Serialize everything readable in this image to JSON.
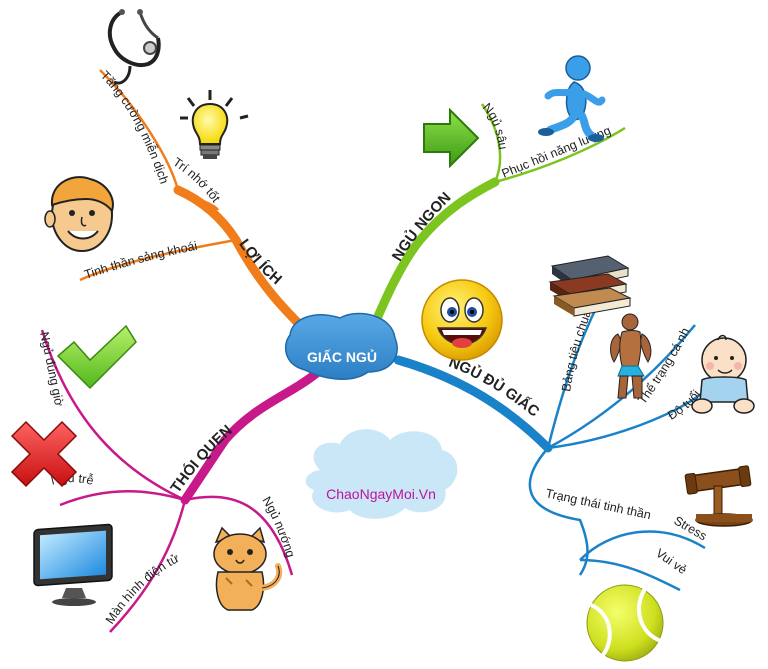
{
  "center": {
    "label": "GIẤC NGỦ",
    "color": "#3a8fd0"
  },
  "branches": {
    "loi_ich": {
      "label": "LỢI ÍCH",
      "color": "#f07d1a",
      "leaves": [
        "Tăng cường miễn dịch",
        "Trí nhớ tốt",
        "Tinh thần sảng khoái"
      ]
    },
    "ngu_ngon": {
      "label": "NGỦ NGON",
      "color": "#7cc41f",
      "leaves": [
        "Ngủ sâu",
        "Phục hồi năng lượng"
      ]
    },
    "ngu_du_giac": {
      "label": "NGỦ ĐỦ GIẤC",
      "color": "#1a82c8",
      "leaves": [
        "Bảng tiêu chuẩn",
        "Thể trạng cá nhân",
        "Độ tuổi",
        "Trạng thái tinh thần",
        "Stress",
        "Vui vẻ"
      ]
    },
    "thoi_quen": {
      "label": "THÓI QUEN",
      "color": "#c8198a",
      "leaves": [
        "Ngủ đúng giờ",
        "Ngủ trễ",
        "Màn hình điện tử",
        "Ngủ nướng"
      ]
    }
  },
  "watermark": {
    "text": "ChaoNgayMoi.Vn",
    "color": "#c0129a"
  },
  "icons": [
    "stethoscope-icon",
    "lightbulb-icon",
    "face-icon",
    "arrow-right-icon",
    "runner-icon",
    "smiley-icon",
    "books-icon",
    "muscleman-icon",
    "baby-icon",
    "gavel-icon",
    "tennis-ball-icon",
    "checkmark-icon",
    "cross-icon",
    "monitor-icon",
    "cat-icon"
  ]
}
